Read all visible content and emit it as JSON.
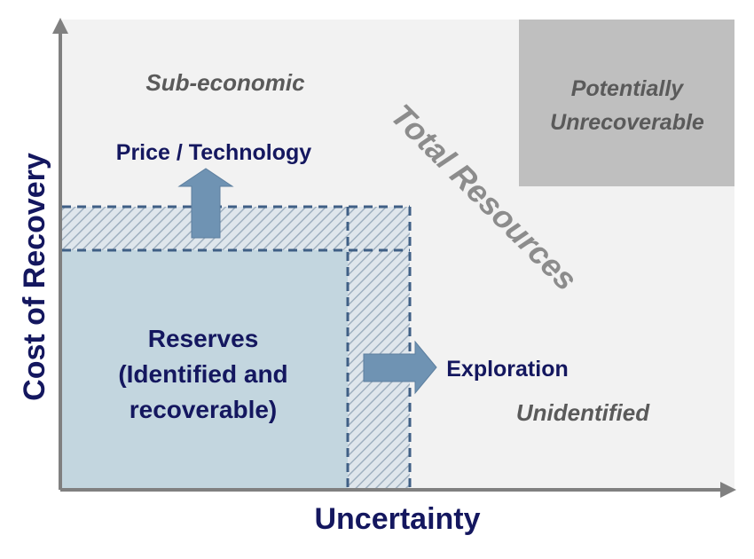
{
  "axes": {
    "x_label": "Uncertainty",
    "y_label": "Cost of Recovery"
  },
  "regions": {
    "sub_economic": "Sub-economic",
    "potentially_line1": "Potentially",
    "potentially_line2": "Unrecoverable",
    "total_resources": "Total Resources",
    "unidentified": "Unidentified",
    "reserves_line1": "Reserves",
    "reserves_line2": "(Identified and",
    "reserves_line3": "recoverable)"
  },
  "arrows": {
    "price_technology": "Price / Technology",
    "exploration": "Exploration"
  },
  "colors": {
    "background_panel": "#f2f2f2",
    "reserves_fill": "#c3d6df",
    "unrecoverable_fill": "#bfbfbf",
    "arrow_fill": "#6f93b3",
    "dash_line": "#3f5f85",
    "navy_text": "#14175f",
    "axis": "#808080"
  }
}
